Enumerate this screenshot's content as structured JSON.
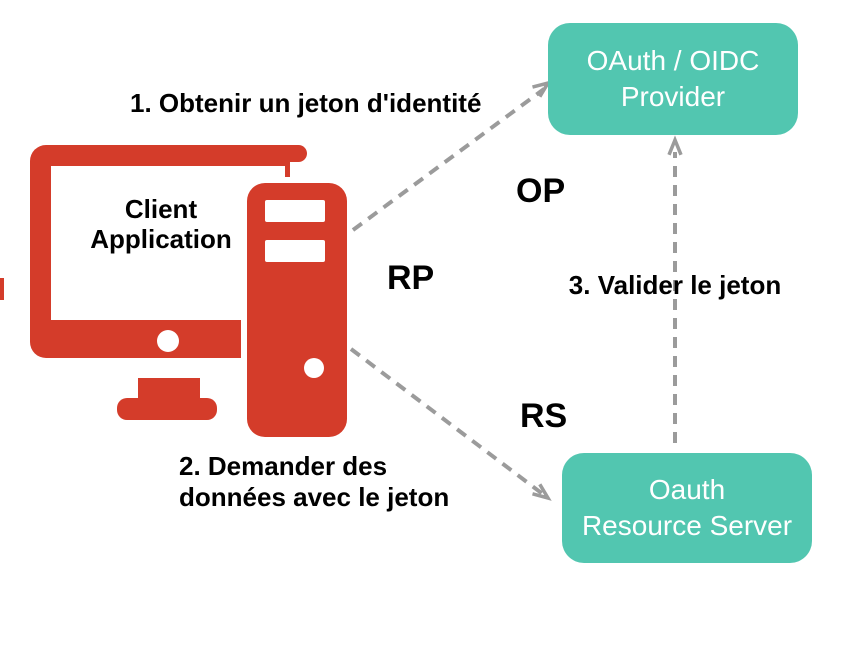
{
  "diagram": {
    "client": {
      "label_line1": "Client",
      "label_line2": "Application",
      "icon": "desktop-computer-icon"
    },
    "provider": {
      "line1": "OAuth / OIDC",
      "line2": "Provider"
    },
    "resource": {
      "line1": "Oauth",
      "line2": "Resource Server"
    },
    "steps": {
      "step1": "1. Obtenir un jeton d'identité",
      "step2_line1": "2. Demander des",
      "step2_line2": "données avec le jeton",
      "step3": "3. Valider le jeton"
    },
    "roles": {
      "op": "OP",
      "rp": "RP",
      "rs": "RS"
    },
    "colors": {
      "node_teal": "#52C6B0",
      "client_red": "#D43C2A",
      "arrow_gray": "#9B9B9B",
      "label_black": "#000000",
      "background": "#ffffff"
    }
  }
}
